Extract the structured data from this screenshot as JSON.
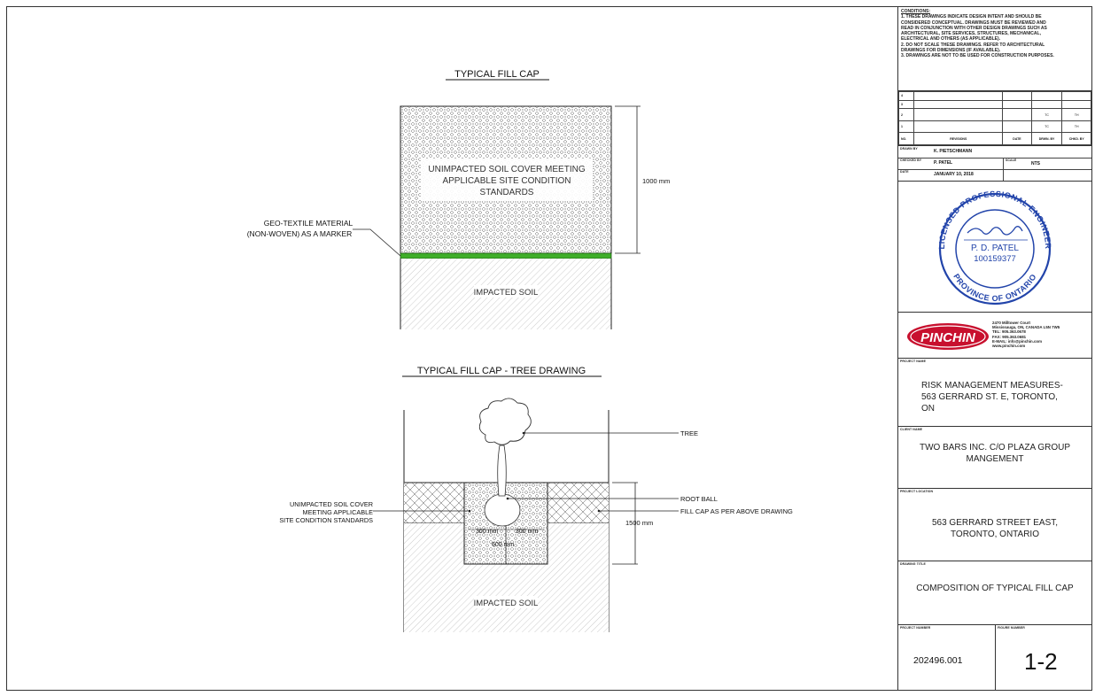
{
  "drawing1": {
    "title": "TYPICAL FILL CAP",
    "cover_label_1": "UNIMPACTED SOIL COVER MEETING",
    "cover_label_2": "APPLICABLE SITE CONDITION",
    "cover_label_3": "STANDARDS",
    "dimension": "1000 mm",
    "geotextile_1": "GEO-TEXTILE MATERIAL",
    "geotextile_2": "(NON-WOVEN) AS A MARKER",
    "impacted": "IMPACTED SOIL"
  },
  "drawing2": {
    "title": "TYPICAL FILL CAP - TREE DRAWING",
    "tree": "TREE",
    "root_ball": "ROOT BALL",
    "fill_cap": "FILL CAP AS PER ABOVE DRAWING",
    "cover_1": "UNIMPACTED SOIL COVER",
    "cover_2": "MEETING APPLICABLE",
    "cover_3": "SITE CONDITION STANDARDS",
    "dim_left": "300 mm",
    "dim_right": "300 mm",
    "dim_bottom": "600 mm",
    "dimension": "1500 mm",
    "impacted": "IMPACTED SOIL"
  },
  "titleblock": {
    "conditions_heading": "CONDITIONS:",
    "conditions": [
      "1. THESE DRAWINGS INDICATE DESIGN INTENT AND SHOULD BE",
      "CONSIDERED CONCEPTUAL. DRAWINGS MUST BE REVIEWED AND",
      "READ IN CONJUNCTION WITH OTHER DESIGN DRAWINGS SUCH AS",
      "ARCHITECTURAL, SITE SERVICES, STRUCTURES, MECHANICAL,",
      "ELECTRICAL AND OTHERS (AS APPLICABLE).",
      "2. DO NOT SCALE THESE DRAWINGS. REFER TO ARCHITECTURAL",
      "DRAWINGS FOR DIMENSIONS (IF AVAILABLE).",
      "3. DRAWINGS ARE NOT TO BE USED FOR CONSTRUCTION PURPOSES."
    ],
    "rev_headers": [
      "NO.",
      "REVISIONS",
      "DATE",
      "DRWN. BY",
      "CHKD. BY"
    ],
    "rev_marks": [
      "4",
      "3",
      "2",
      "1"
    ],
    "rev_initials_a": "TC",
    "rev_initials_b": "TH",
    "drawn_by_label": "DRAWN BY",
    "drawn_by": "K. PIETSCHMANN",
    "checked_by_label": "CHECKED BY",
    "checked_by": "P. PATEL",
    "scale_label": "SCALE",
    "scale": "NTS",
    "date_label": "DATE",
    "date": "JANUARY 10, 2018",
    "stamp": {
      "top": "LICENSED PROFESSIONAL ENGINEER",
      "bottom": "PROVINCE OF ONTARIO",
      "name": "P. D. PATEL",
      "number": "100159377"
    },
    "logo": "PINCHIN",
    "address": [
      "2470 Milltower Court",
      "Mississauga, ON, CANADA L5N 7W5",
      "TEL: 905.363.0678",
      "FAX: 905.363.0681",
      "E-MAIL: info@pinchin.com",
      "www.pinchin.com"
    ],
    "project_name_label": "PROJECT NAME",
    "project_name_1": "RISK MANAGEMENT MEASURES-",
    "project_name_2": "563 GERRARD ST. E, TORONTO,",
    "project_name_3": "ON",
    "client_name_label": "CLIENT NAME",
    "client_name_1": "TWO BARS INC. C/O PLAZA GROUP",
    "client_name_2": "MANGEMENT",
    "project_location_label": "PROJECT LOCATION",
    "project_location_1": "563 GERRARD STREET EAST,",
    "project_location_2": "TORONTO, ONTARIO",
    "drawing_title_label": "DRAWING TITLE",
    "drawing_title": "COMPOSITION OF TYPICAL FILL CAP",
    "project_number_label": "PROJECT NUMBER",
    "project_number": "202496.001",
    "figure_number_label": "FIGURE NUMBER",
    "figure_number": "1-2"
  },
  "colors": {
    "geotextile": "#3fae2a",
    "stamp": "#2244aa",
    "logo": "#c8102e"
  }
}
